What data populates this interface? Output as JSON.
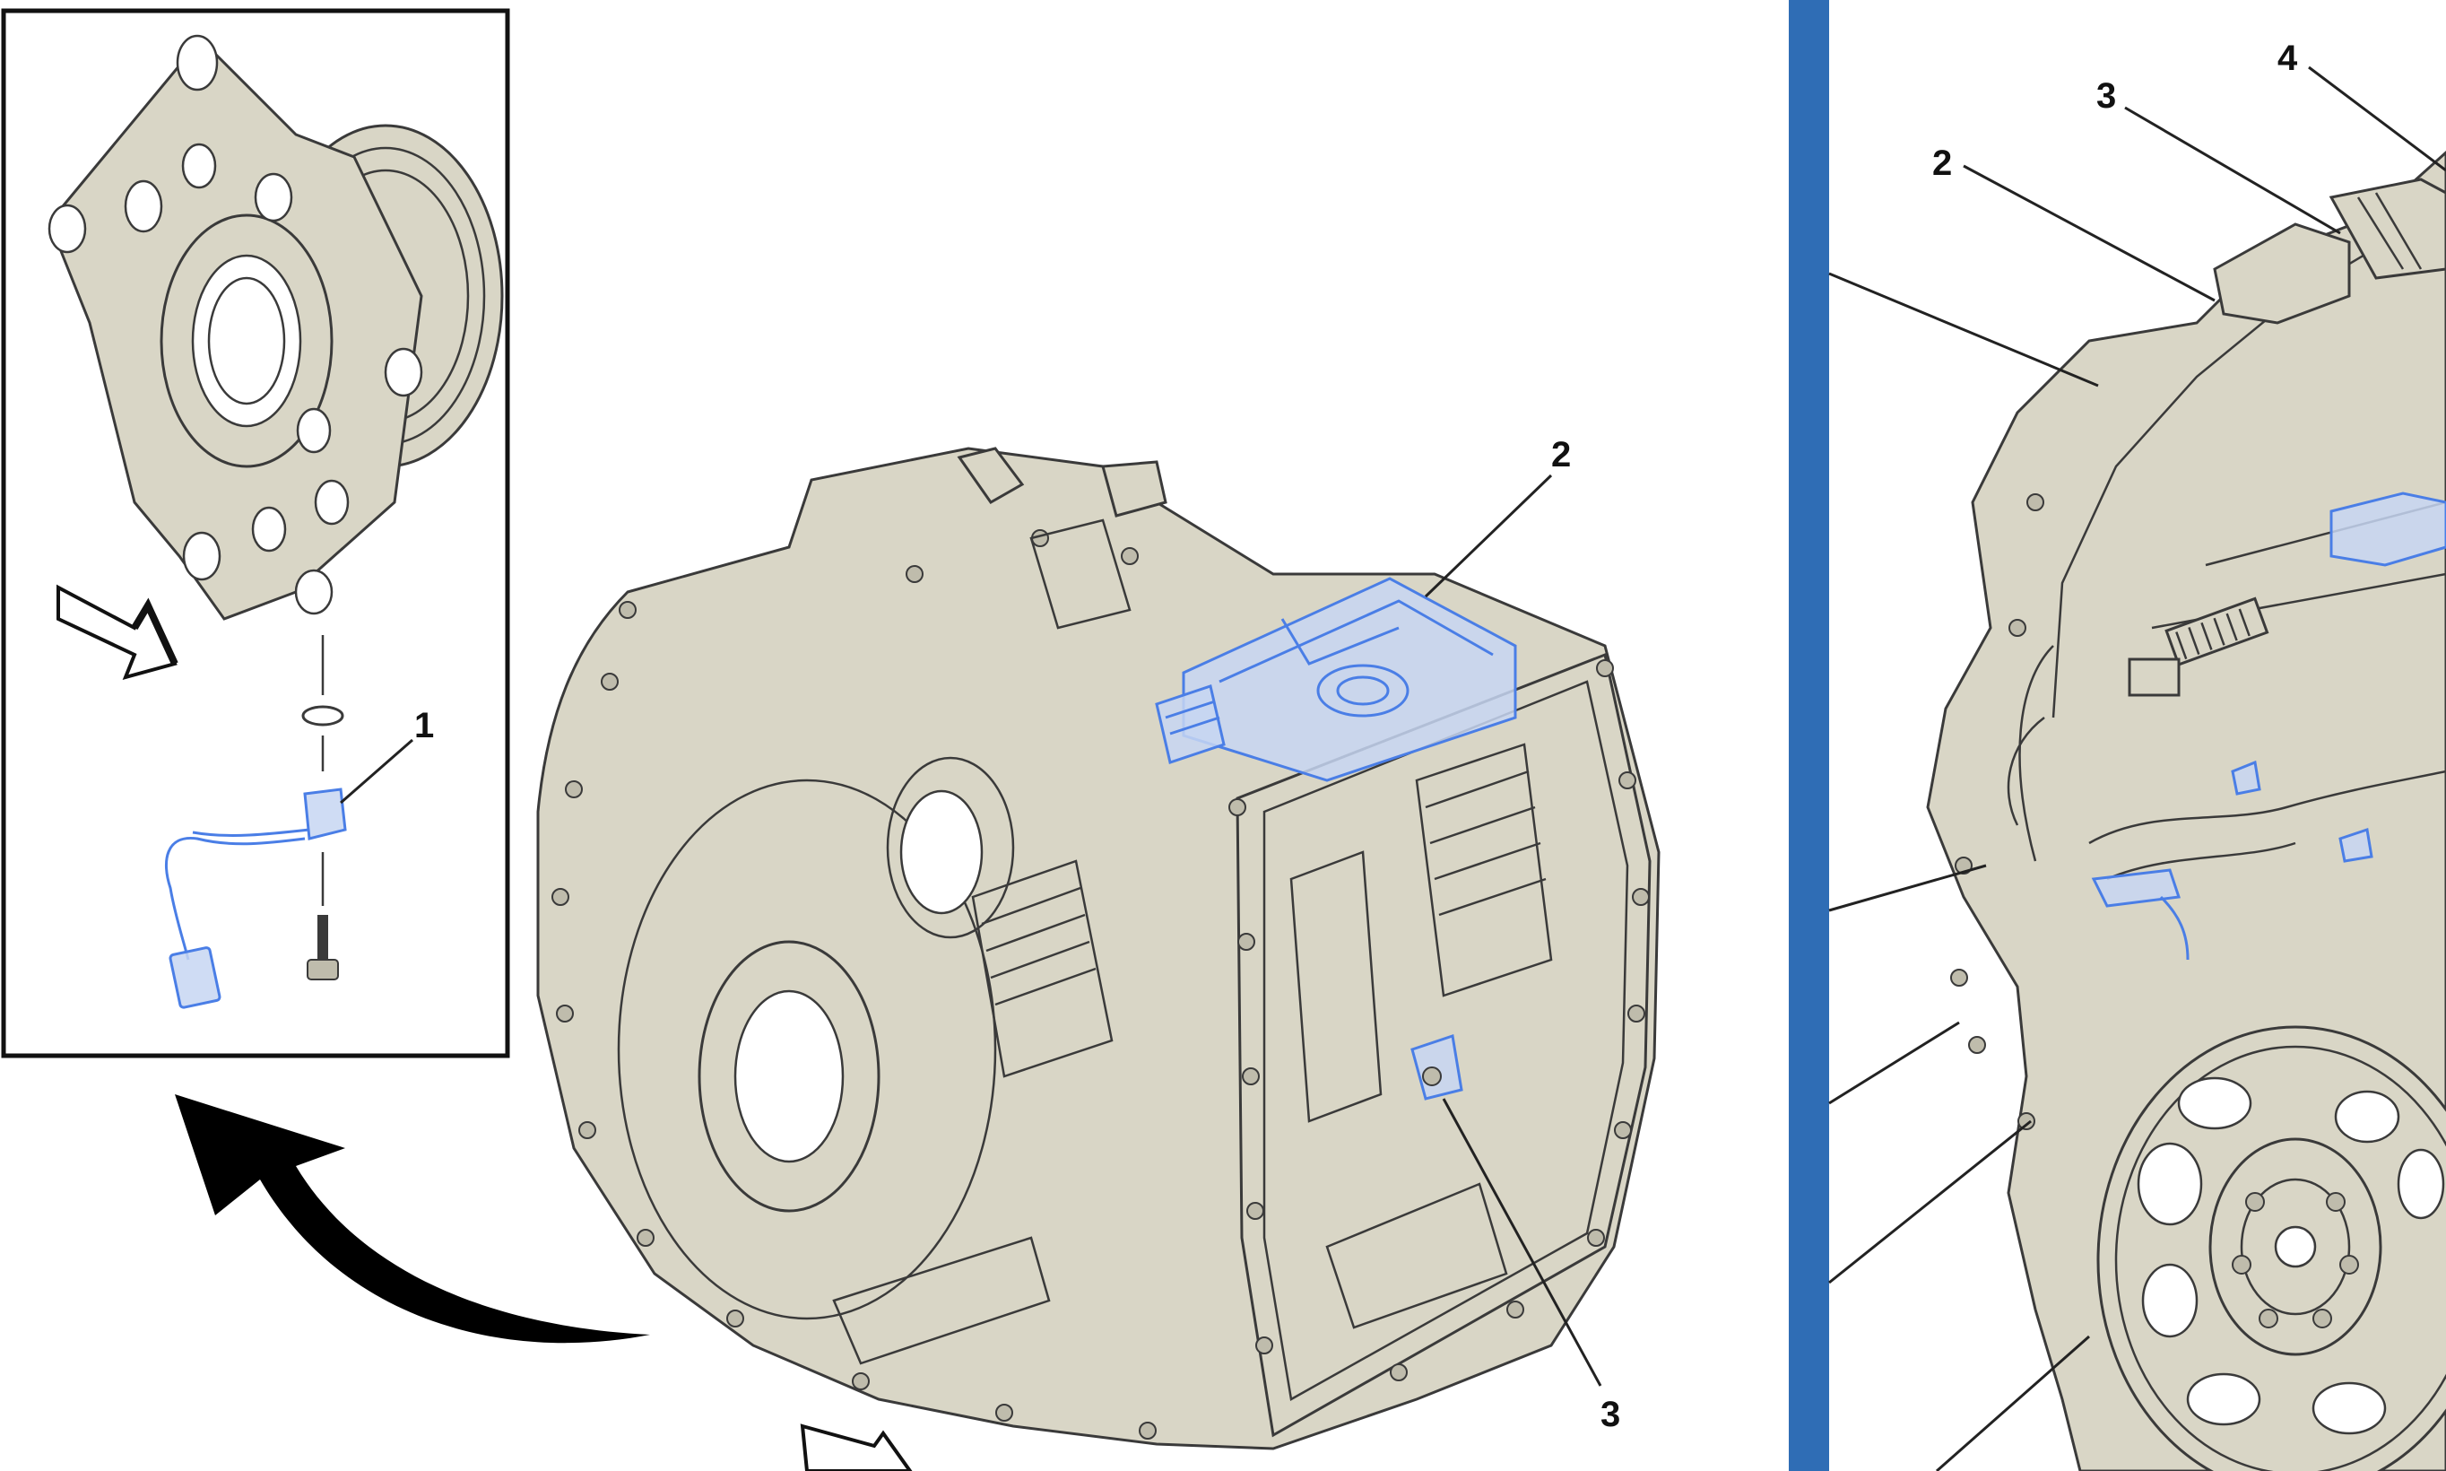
{
  "callouts": {
    "inset_sensor": "1",
    "main_module": "2",
    "main_sensor": "3",
    "right_2": "2",
    "right_3": "3",
    "right_4": "4"
  },
  "colors": {
    "part_fill": "#d9d6c6",
    "outline": "#3a3a3a",
    "highlight": "#4a7ee6",
    "divider_bar": "#2f6db5",
    "arrow": "#000000"
  }
}
